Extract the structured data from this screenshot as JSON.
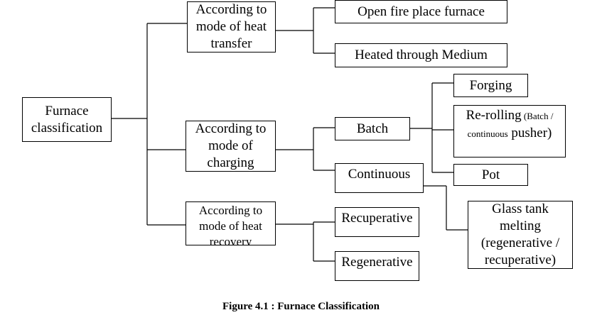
{
  "diagram": {
    "root": [
      "Furnace",
      "classification"
    ],
    "heat_transfer": {
      "label": [
        "According to",
        "mode of heat",
        "transfer"
      ],
      "children": [
        "Open fire place furnace",
        "Heated through Medium"
      ]
    },
    "charging": {
      "label": [
        "According to",
        "mode of",
        "charging"
      ],
      "batch": "Batch",
      "continuous": "Continuous",
      "batch_children": {
        "forging": "Forging",
        "rerolling_main": "Re-rolling",
        "rerolling_small_1": " (Batch /",
        "rerolling_small_2": "continuous",
        "rerolling_tail": " pusher)",
        "pot": "Pot"
      },
      "continuous_child": [
        "Glass tank",
        "melting",
        "(regenerative /",
        "recuperative)"
      ]
    },
    "heat_recovery": {
      "label": [
        "According to",
        "mode of heat",
        "recovery"
      ],
      "children": [
        "Recuperative",
        "Regenerative"
      ]
    }
  },
  "caption": "Figure 4.1 :  Furnace Classification"
}
